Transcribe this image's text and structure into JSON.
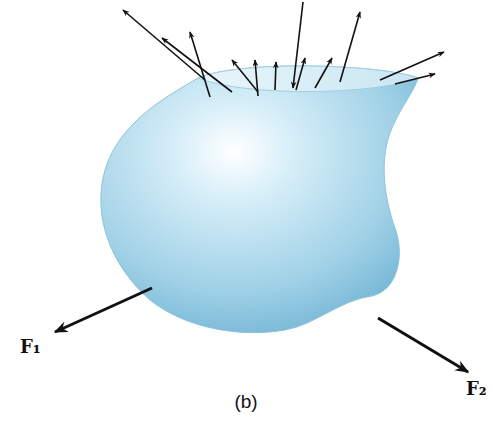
{
  "diagram": {
    "caption": "(b)",
    "labels": [
      "F₁",
      "F₂"
    ]
  }
}
